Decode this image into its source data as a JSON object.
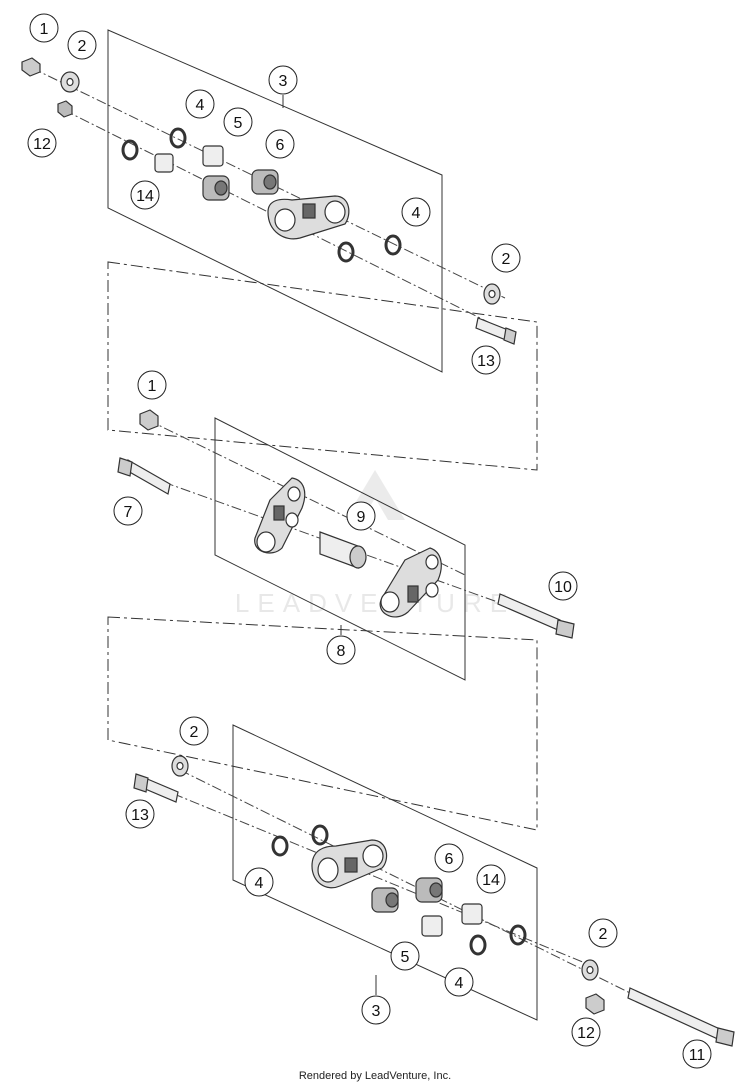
{
  "diagram": {
    "callouts": {
      "c1a": "1",
      "c2a": "2",
      "c3a": "3",
      "c4a": "4",
      "c5a": "5",
      "c6a": "6",
      "c12a": "12",
      "c14a": "14",
      "c4b": "4",
      "c2b": "2",
      "c13a": "13",
      "c1b": "1",
      "c7": "7",
      "c9": "9",
      "c10": "10",
      "c8": "8",
      "c2c": "2",
      "c13b": "13",
      "c4c": "4",
      "c6b": "6",
      "c14b": "14",
      "c2d": "2",
      "c5b": "5",
      "c4d": "4",
      "c3b": "3",
      "c12b": "12",
      "c11": "11"
    },
    "watermark": "LEADVENTURE"
  },
  "footer": {
    "text": "Rendered by LeadVenture, Inc."
  }
}
